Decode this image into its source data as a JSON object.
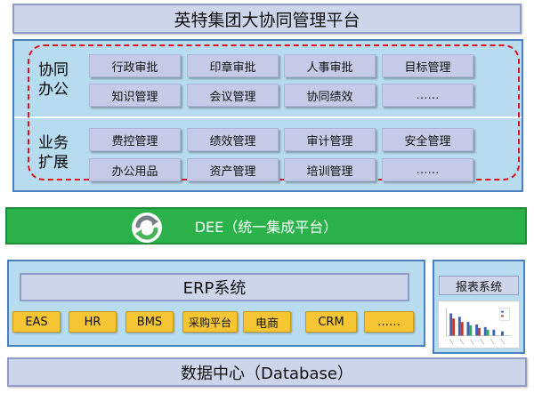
{
  "header": {
    "title": "英特集团大协同管理平台"
  },
  "groups": [
    {
      "label_lines": [
        "协同",
        "办公"
      ],
      "modules": [
        "行政审批",
        "印章审批",
        "人事审批",
        "目标管理",
        "知识管理",
        "会议管理",
        "协同绩效",
        "……"
      ]
    },
    {
      "label_lines": [
        "业务",
        "扩展"
      ],
      "modules": [
        "费控管理",
        "绩效管理",
        "审计管理",
        "安全管理",
        "办公用品",
        "资产管理",
        "培训管理",
        "……"
      ]
    }
  ],
  "integration": {
    "label": "DEE（统一集成平台）",
    "icon": "sync-cycle-icon"
  },
  "erp": {
    "title": "ERP系统",
    "subsystems": [
      "EAS",
      "HR",
      "BMS",
      "采购平台",
      "电商",
      "CRM",
      "……"
    ]
  },
  "report": {
    "title": "报表系统",
    "icon": "chart-thumbnail-icon"
  },
  "database": {
    "label": "数据中心（Database）"
  },
  "colors": {
    "panel_fill": "#b8dcef",
    "module_fill": "#c5cbe6",
    "integration_green": "#2bb24b",
    "subsystem_yellow": "#f5c534",
    "dashed_red": "#e3101c"
  }
}
